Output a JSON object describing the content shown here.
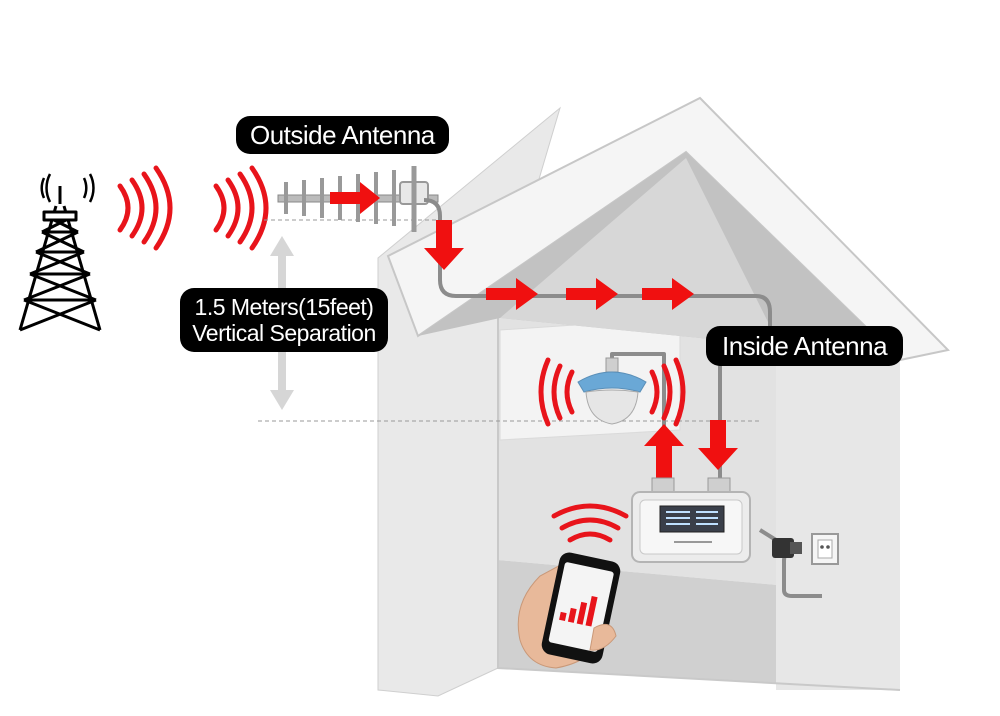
{
  "labels": {
    "outside_antenna": "Outside Antenna",
    "inside_antenna": "Inside Antenna",
    "separation_line1": "1.5 Meters(15feet)",
    "separation_line2": "Vertical Separation"
  },
  "colors": {
    "signal_red": "#e8141b",
    "arrow_red": "#f01010",
    "wall_light": "#eeeeee",
    "wall_mid": "#d4d4d4",
    "roof_dark": "#bcbcbc",
    "cable_gray": "#8c8c8c",
    "label_bg": "#000000",
    "label_text": "#ffffff"
  },
  "icons": {
    "tower": "cell-tower-icon",
    "outside_antenna": "yagi-antenna-icon",
    "inside_antenna": "ceiling-dome-antenna-icon",
    "booster": "signal-booster-icon",
    "phone": "smartphone-icon",
    "adapter": "power-adapter-icon",
    "outlet": "wall-outlet-icon"
  }
}
